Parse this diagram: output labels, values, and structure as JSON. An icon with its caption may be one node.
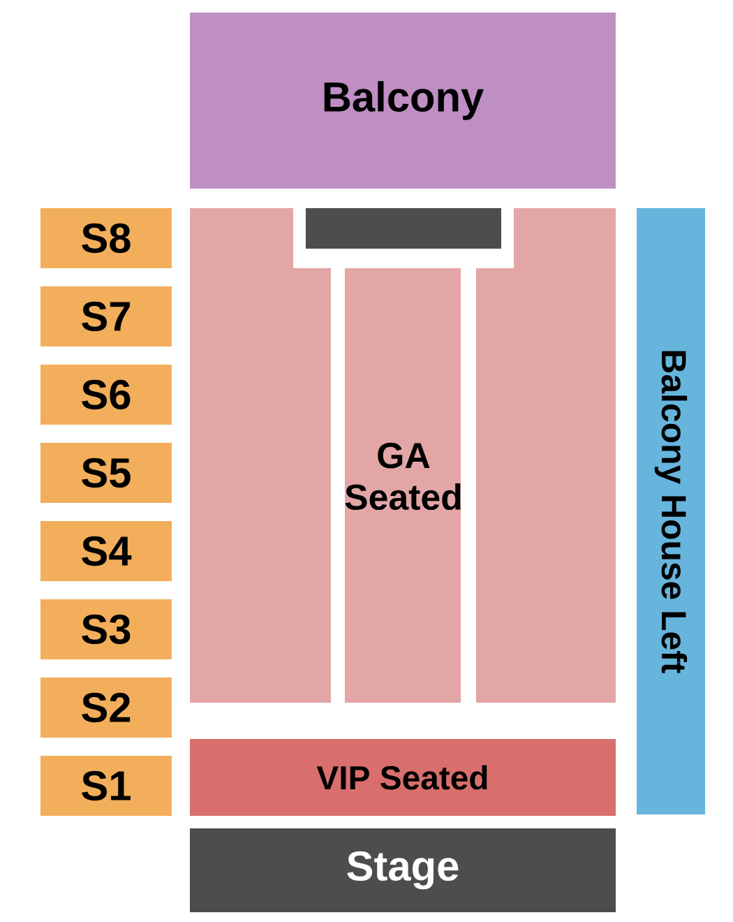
{
  "diagram": {
    "nodes": [
      {
        "text": [
          "Balcony"
        ]
      },
      {
        "text": [
          "S8"
        ]
      },
      {
        "text": [
          "S7"
        ]
      },
      {
        "text": [
          "S6"
        ]
      },
      {
        "text": [
          "S5"
        ]
      },
      {
        "text": [
          "S4"
        ]
      },
      {
        "text": [
          "S3"
        ]
      },
      {
        "text": [
          "S2"
        ]
      },
      {
        "text": [
          "S1"
        ]
      },
      {
        "text": [
          "GA Seated"
        ]
      },
      {
        "text": [],
        "shape": "box",
        "in": 9
      },
      {
        "text": [
          "Balcony House Left"
        ]
      },
      {
        "text": [
          "VIP Seated"
        ]
      },
      {
        "text": [
          "Stage"
        ]
      }
    ]
  }
}
